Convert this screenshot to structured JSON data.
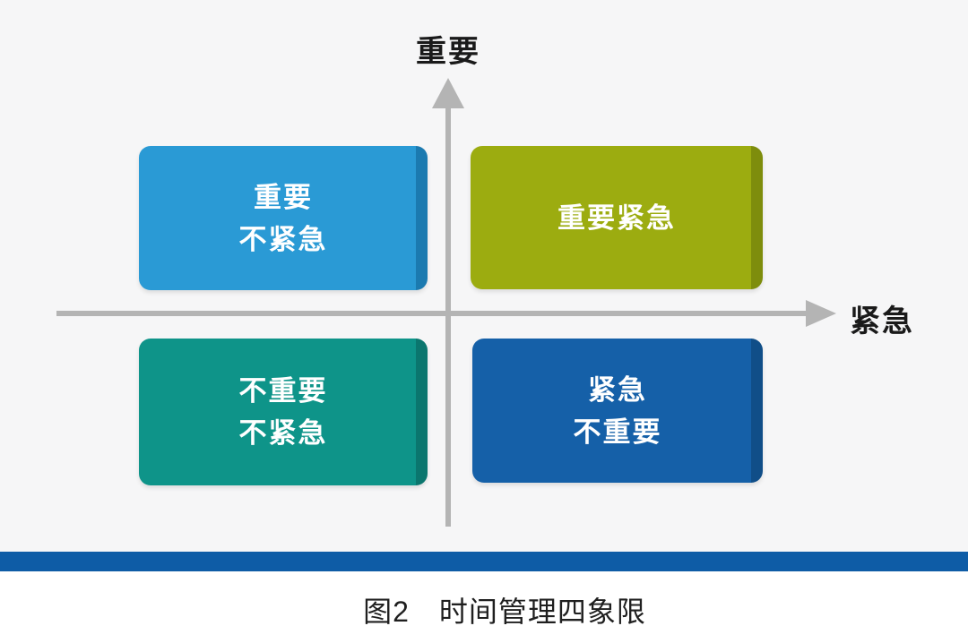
{
  "figure": {
    "caption": "图2　时间管理四象限",
    "background_color": "#f6f6f7",
    "divider_bar_color": "#0e5ca6",
    "axes": {
      "vertical_label": "重要",
      "horizontal_label": "紧急",
      "axis_color": "#b4b4b4"
    },
    "quadrants": {
      "top_left": {
        "line1": "重要",
        "line2": "不紧急",
        "fill": "#2a9ad5",
        "edge": "#1b7ab0"
      },
      "top_right": {
        "line1": "重要紧急",
        "line2": "",
        "fill": "#9cac10",
        "edge": "#7e8d0c"
      },
      "bottom_left": {
        "line1": "不重要",
        "line2": "不紧急",
        "fill": "#0e9489",
        "edge": "#0b766e"
      },
      "bottom_right": {
        "line1": "紧急",
        "line2": "不重要",
        "fill": "#1560a8",
        "edge": "#104e88"
      }
    }
  }
}
